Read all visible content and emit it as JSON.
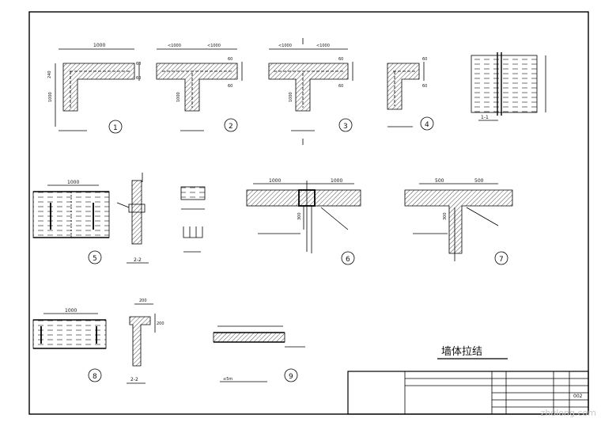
{
  "details": [
    {
      "id": "detail-1",
      "number": "1",
      "dims": [
        "1000",
        "240",
        "60",
        "60",
        "1000"
      ]
    },
    {
      "id": "detail-2",
      "number": "2",
      "dims": [
        "<1000",
        "<1000",
        "60",
        "60",
        "1000"
      ]
    },
    {
      "id": "detail-3",
      "number": "3",
      "dims": [
        "<1000",
        "<1000",
        "60",
        "60",
        "1000"
      ]
    },
    {
      "id": "detail-4",
      "number": "4",
      "dims": [
        "60",
        "60"
      ]
    },
    {
      "id": "detail-5",
      "number": "5",
      "dims": [
        "1000"
      ]
    },
    {
      "id": "detail-6",
      "number": "6",
      "dims": [
        "1000",
        "1000",
        "300"
      ]
    },
    {
      "id": "detail-7",
      "number": "7",
      "dims": [
        "500",
        "500",
        "300"
      ]
    },
    {
      "id": "detail-8",
      "number": "8",
      "dims": [
        "1000"
      ]
    },
    {
      "id": "detail-9",
      "number": "9"
    }
  ],
  "section_labels": {
    "s11": "1-1",
    "s22a": "2-2",
    "s22b": "2-2"
  },
  "small_dims": {
    "d200a": "200",
    "d200b": "200"
  },
  "drawing_title": "墙体拉结",
  "note_9": "≤5m",
  "title_block": {
    "sheet_no": "002"
  },
  "watermark": "zhulong.com"
}
